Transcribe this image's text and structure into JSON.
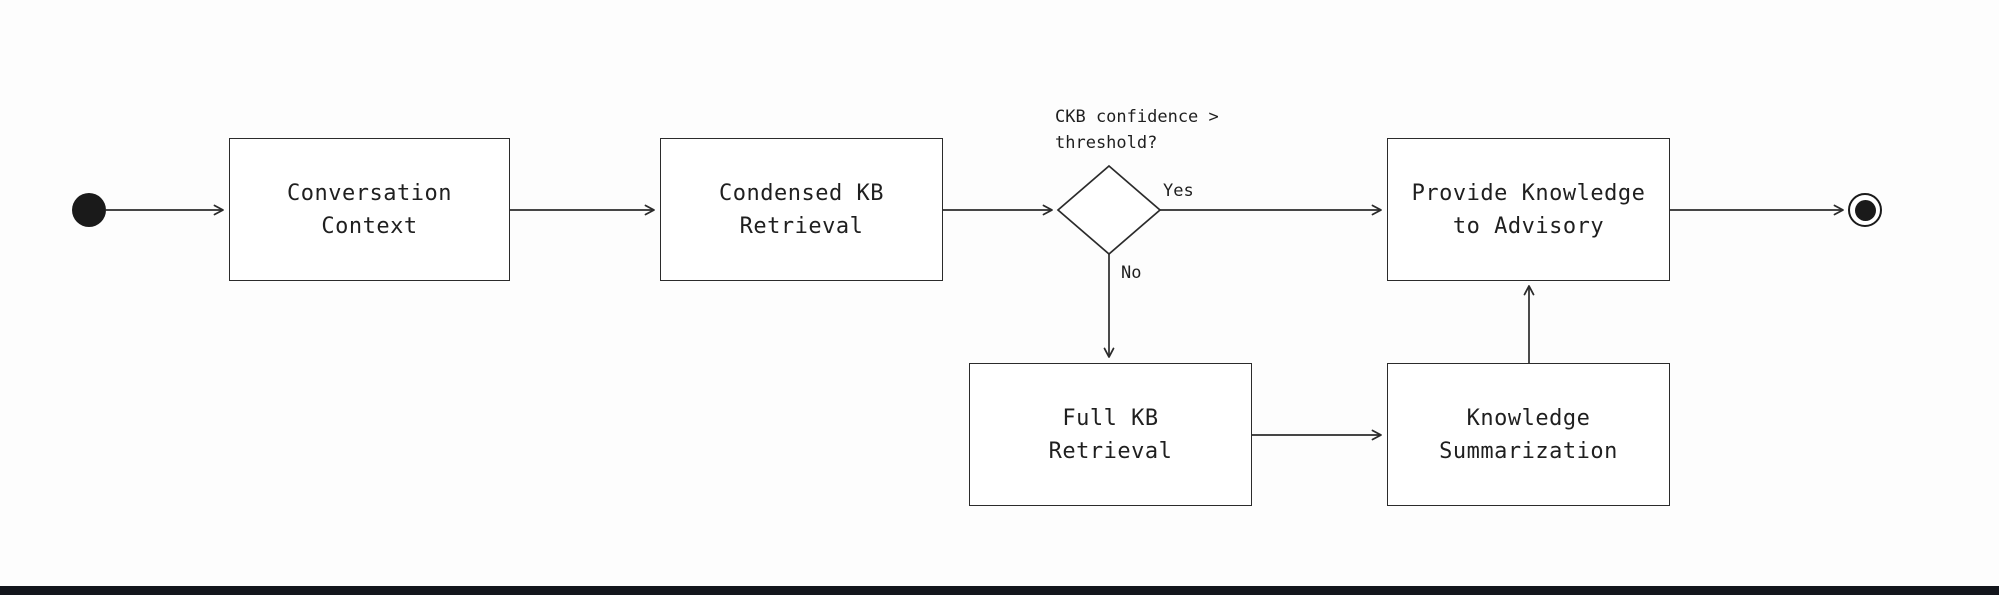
{
  "style": {
    "background": "#fdfdfd",
    "stroke": "#2b2b2b",
    "text": "#1f1f1f",
    "node_fill": "#ffffff",
    "bottom_bar": "#13151c"
  },
  "nodes": {
    "start": {
      "type": "initial-node"
    },
    "conversation_context": {
      "label": "Conversation\nContext"
    },
    "condensed_kb_retrieval": {
      "label": "Condensed KB\nRetrieval"
    },
    "decision": {
      "label": "CKB confidence >\nthreshold?"
    },
    "provide_knowledge": {
      "label": "Provide Knowledge\nto Advisory"
    },
    "full_kb_retrieval": {
      "label": "Full KB\nRetrieval"
    },
    "knowledge_summarization": {
      "label": "Knowledge\nSummarization"
    },
    "end": {
      "type": "final-node"
    }
  },
  "edge_labels": {
    "yes": "Yes",
    "no": "No"
  },
  "edges": [
    {
      "from": "start",
      "to": "conversation_context"
    },
    {
      "from": "conversation_context",
      "to": "condensed_kb_retrieval"
    },
    {
      "from": "condensed_kb_retrieval",
      "to": "decision"
    },
    {
      "from": "decision",
      "to": "provide_knowledge",
      "label": "Yes"
    },
    {
      "from": "decision",
      "to": "full_kb_retrieval",
      "label": "No"
    },
    {
      "from": "full_kb_retrieval",
      "to": "knowledge_summarization"
    },
    {
      "from": "knowledge_summarization",
      "to": "provide_knowledge"
    },
    {
      "from": "provide_knowledge",
      "to": "end"
    }
  ]
}
